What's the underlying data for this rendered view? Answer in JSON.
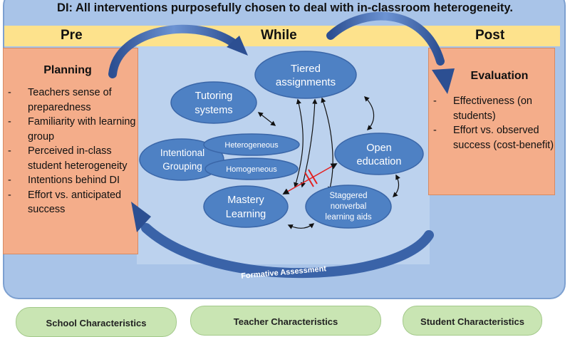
{
  "title": "DI: All interventions purposefully chosen to deal with in-classroom heterogeneity.",
  "phases": {
    "pre": "Pre",
    "while": "While",
    "post": "Post"
  },
  "planning": {
    "title": "Planning",
    "items": [
      "Teachers sense of preparedness",
      "Familiarity with learning group",
      "Perceived in-class student heterogeneity",
      "Intentions behind DI",
      "Effort vs. anticipated success"
    ]
  },
  "evaluation": {
    "title": "Evaluation",
    "items": [
      "Effectiveness (on students)",
      "Effort vs. observed success (cost-benefit)"
    ]
  },
  "nodes": {
    "tiered": [
      "Tiered",
      "assignments"
    ],
    "tutoring": [
      "Tutoring",
      "systems"
    ],
    "intentional": [
      "Intentional",
      "Grouping"
    ],
    "heterogeneous": "Heterogeneous",
    "homogeneous": "Homogeneous",
    "open": [
      "Open",
      "education"
    ],
    "mastery": [
      "Mastery",
      "Learning"
    ],
    "staggered": [
      "Staggered",
      "nonverbal",
      "learning aids"
    ]
  },
  "formative": "Formative Assessment",
  "bottom": [
    "School Characteristics",
    "Teacher Characteristics",
    "Student Characteristics"
  ],
  "colors": {
    "outer": "#a9c4e8",
    "band": "#fde28c",
    "box": "#f4ad8a",
    "node": "#4e81c4",
    "arrow": "#3a63a8",
    "green": "#c9e5b3"
  }
}
